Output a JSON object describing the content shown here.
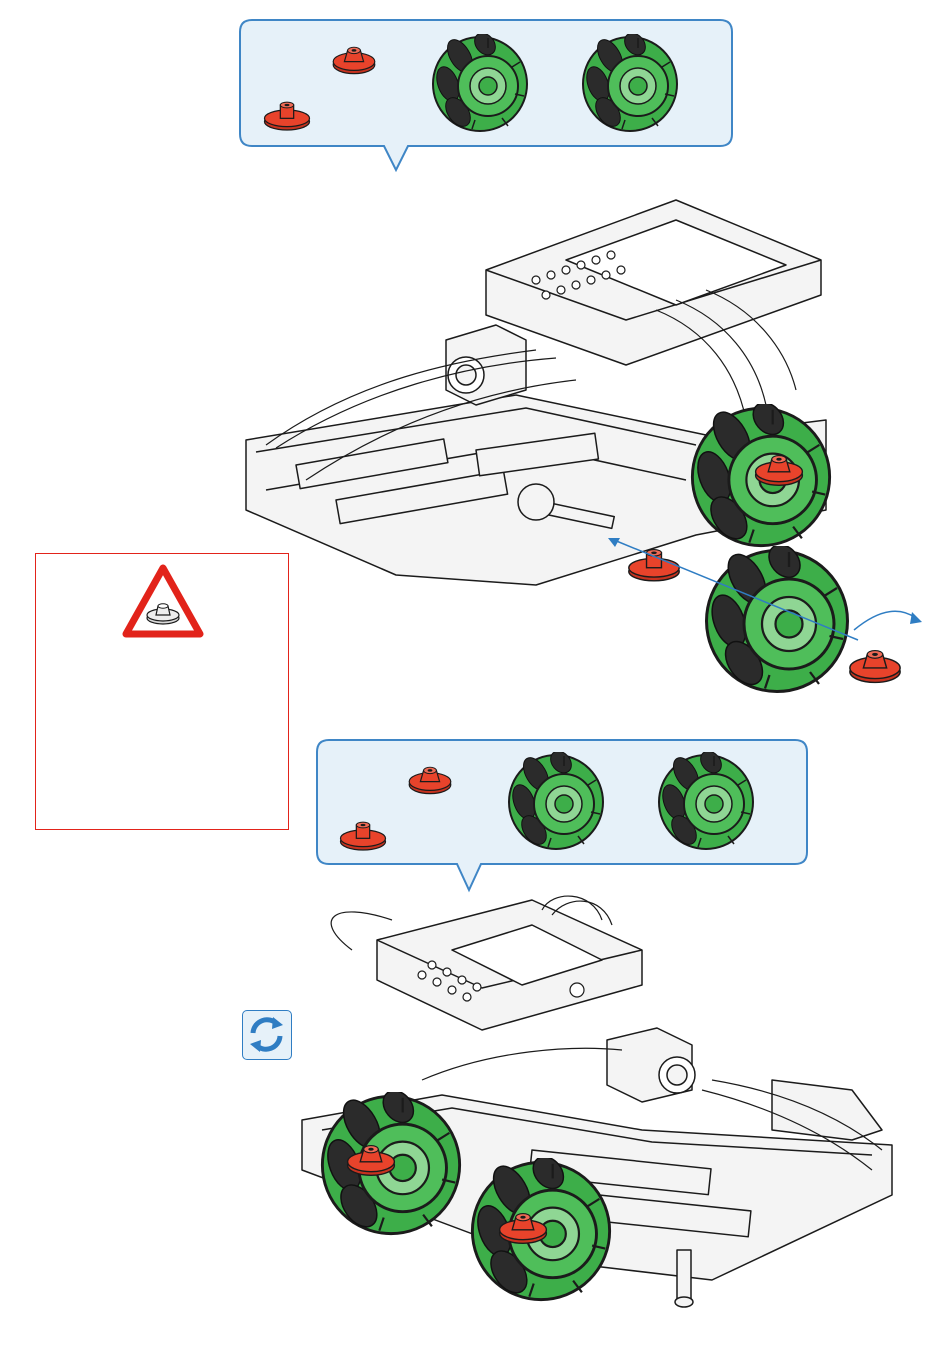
{
  "page": {
    "type": "assembly-instructions",
    "colors": {
      "bubble_border": "#3f86c6",
      "bubble_fill": "#e6f1f9",
      "wheel_green": "#3dae49",
      "wheel_dark": "#2b2b2b",
      "part_red": "#e8432b",
      "warning_red": "#e2231a",
      "rotate_blue": "#2f7dc3",
      "arrow_blue": "#2f7dc3"
    }
  },
  "step_one": {
    "parts_bubble": {
      "parts": [
        {
          "name": "red-hub-nut",
          "icon": "hub-nut-icon"
        },
        {
          "name": "red-flange",
          "icon": "flange-icon"
        },
        {
          "name": "mecanum-wheel",
          "icon": "mecanum-wheel-icon"
        },
        {
          "name": "mecanum-wheel",
          "icon": "mecanum-wheel-icon"
        }
      ]
    },
    "assembly": {
      "illustration": "robot-chassis-with-controller",
      "callout_arrows": [
        "insert-flange-arrow",
        "tighten-nut-rotation-arrow"
      ]
    }
  },
  "warning_box": {
    "icon": "warning-triangle-icon",
    "border_color": "#e2231a"
  },
  "step_two": {
    "parts_bubble": {
      "parts": [
        {
          "name": "red-hub-nut",
          "icon": "hub-nut-icon"
        },
        {
          "name": "red-flange",
          "icon": "flange-icon"
        },
        {
          "name": "mecanum-wheel",
          "icon": "mecanum-wheel-icon"
        },
        {
          "name": "mecanum-wheel",
          "icon": "mecanum-wheel-icon"
        }
      ]
    },
    "rotate_hint": {
      "icon": "rotate-view-icon"
    },
    "assembly": {
      "illustration": "robot-chassis-rotated-view"
    }
  }
}
